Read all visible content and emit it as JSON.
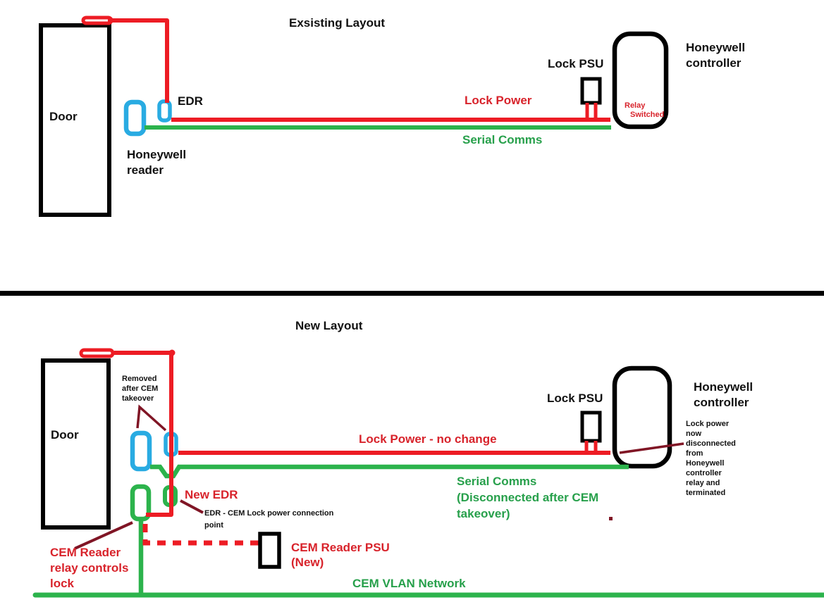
{
  "colors": {
    "wire_red": "#ed1c24",
    "wire_green": "#2cb34c",
    "component_blue": "#29abe2",
    "annotation_dark_red": "#801525",
    "outline_black": "#000000",
    "text_red": "#d8232b",
    "text_green": "#27a04b"
  },
  "existing": {
    "title": "Exsisting Layout",
    "door": "Door",
    "edr": "EDR",
    "reader": [
      "Honeywell",
      "reader"
    ],
    "lock_power": "Lock Power",
    "serial_comms": "Serial Comms",
    "lock_psu": "Lock PSU",
    "relay_switched": [
      "Relay",
      "Switched"
    ],
    "controller": [
      "Honeywell",
      "controller"
    ]
  },
  "new_layout": {
    "title": "New Layout",
    "door": "Door",
    "removed_note": [
      "Removed",
      "after CEM",
      "takeover"
    ],
    "new_edr": "New EDR",
    "edr_note": [
      "EDR - CEM Lock power connection",
      "point"
    ],
    "lock_power": "Lock Power - no change",
    "serial_comms": [
      "Serial Comms",
      "(Disconnected after CEM",
      "takeover)"
    ],
    "lock_psu": "Lock PSU",
    "controller": [
      "Honeywell",
      "controller"
    ],
    "disconnect_note": [
      "Lock power",
      "now",
      "disconnected",
      "from",
      "Honeywell",
      "controller",
      "relay and",
      "terminated"
    ],
    "cem_reader_note": [
      "CEM Reader",
      "relay controls",
      "lock"
    ],
    "cem_psu": [
      "CEM Reader PSU",
      "(New)"
    ],
    "vlan": "CEM VLAN Network"
  }
}
